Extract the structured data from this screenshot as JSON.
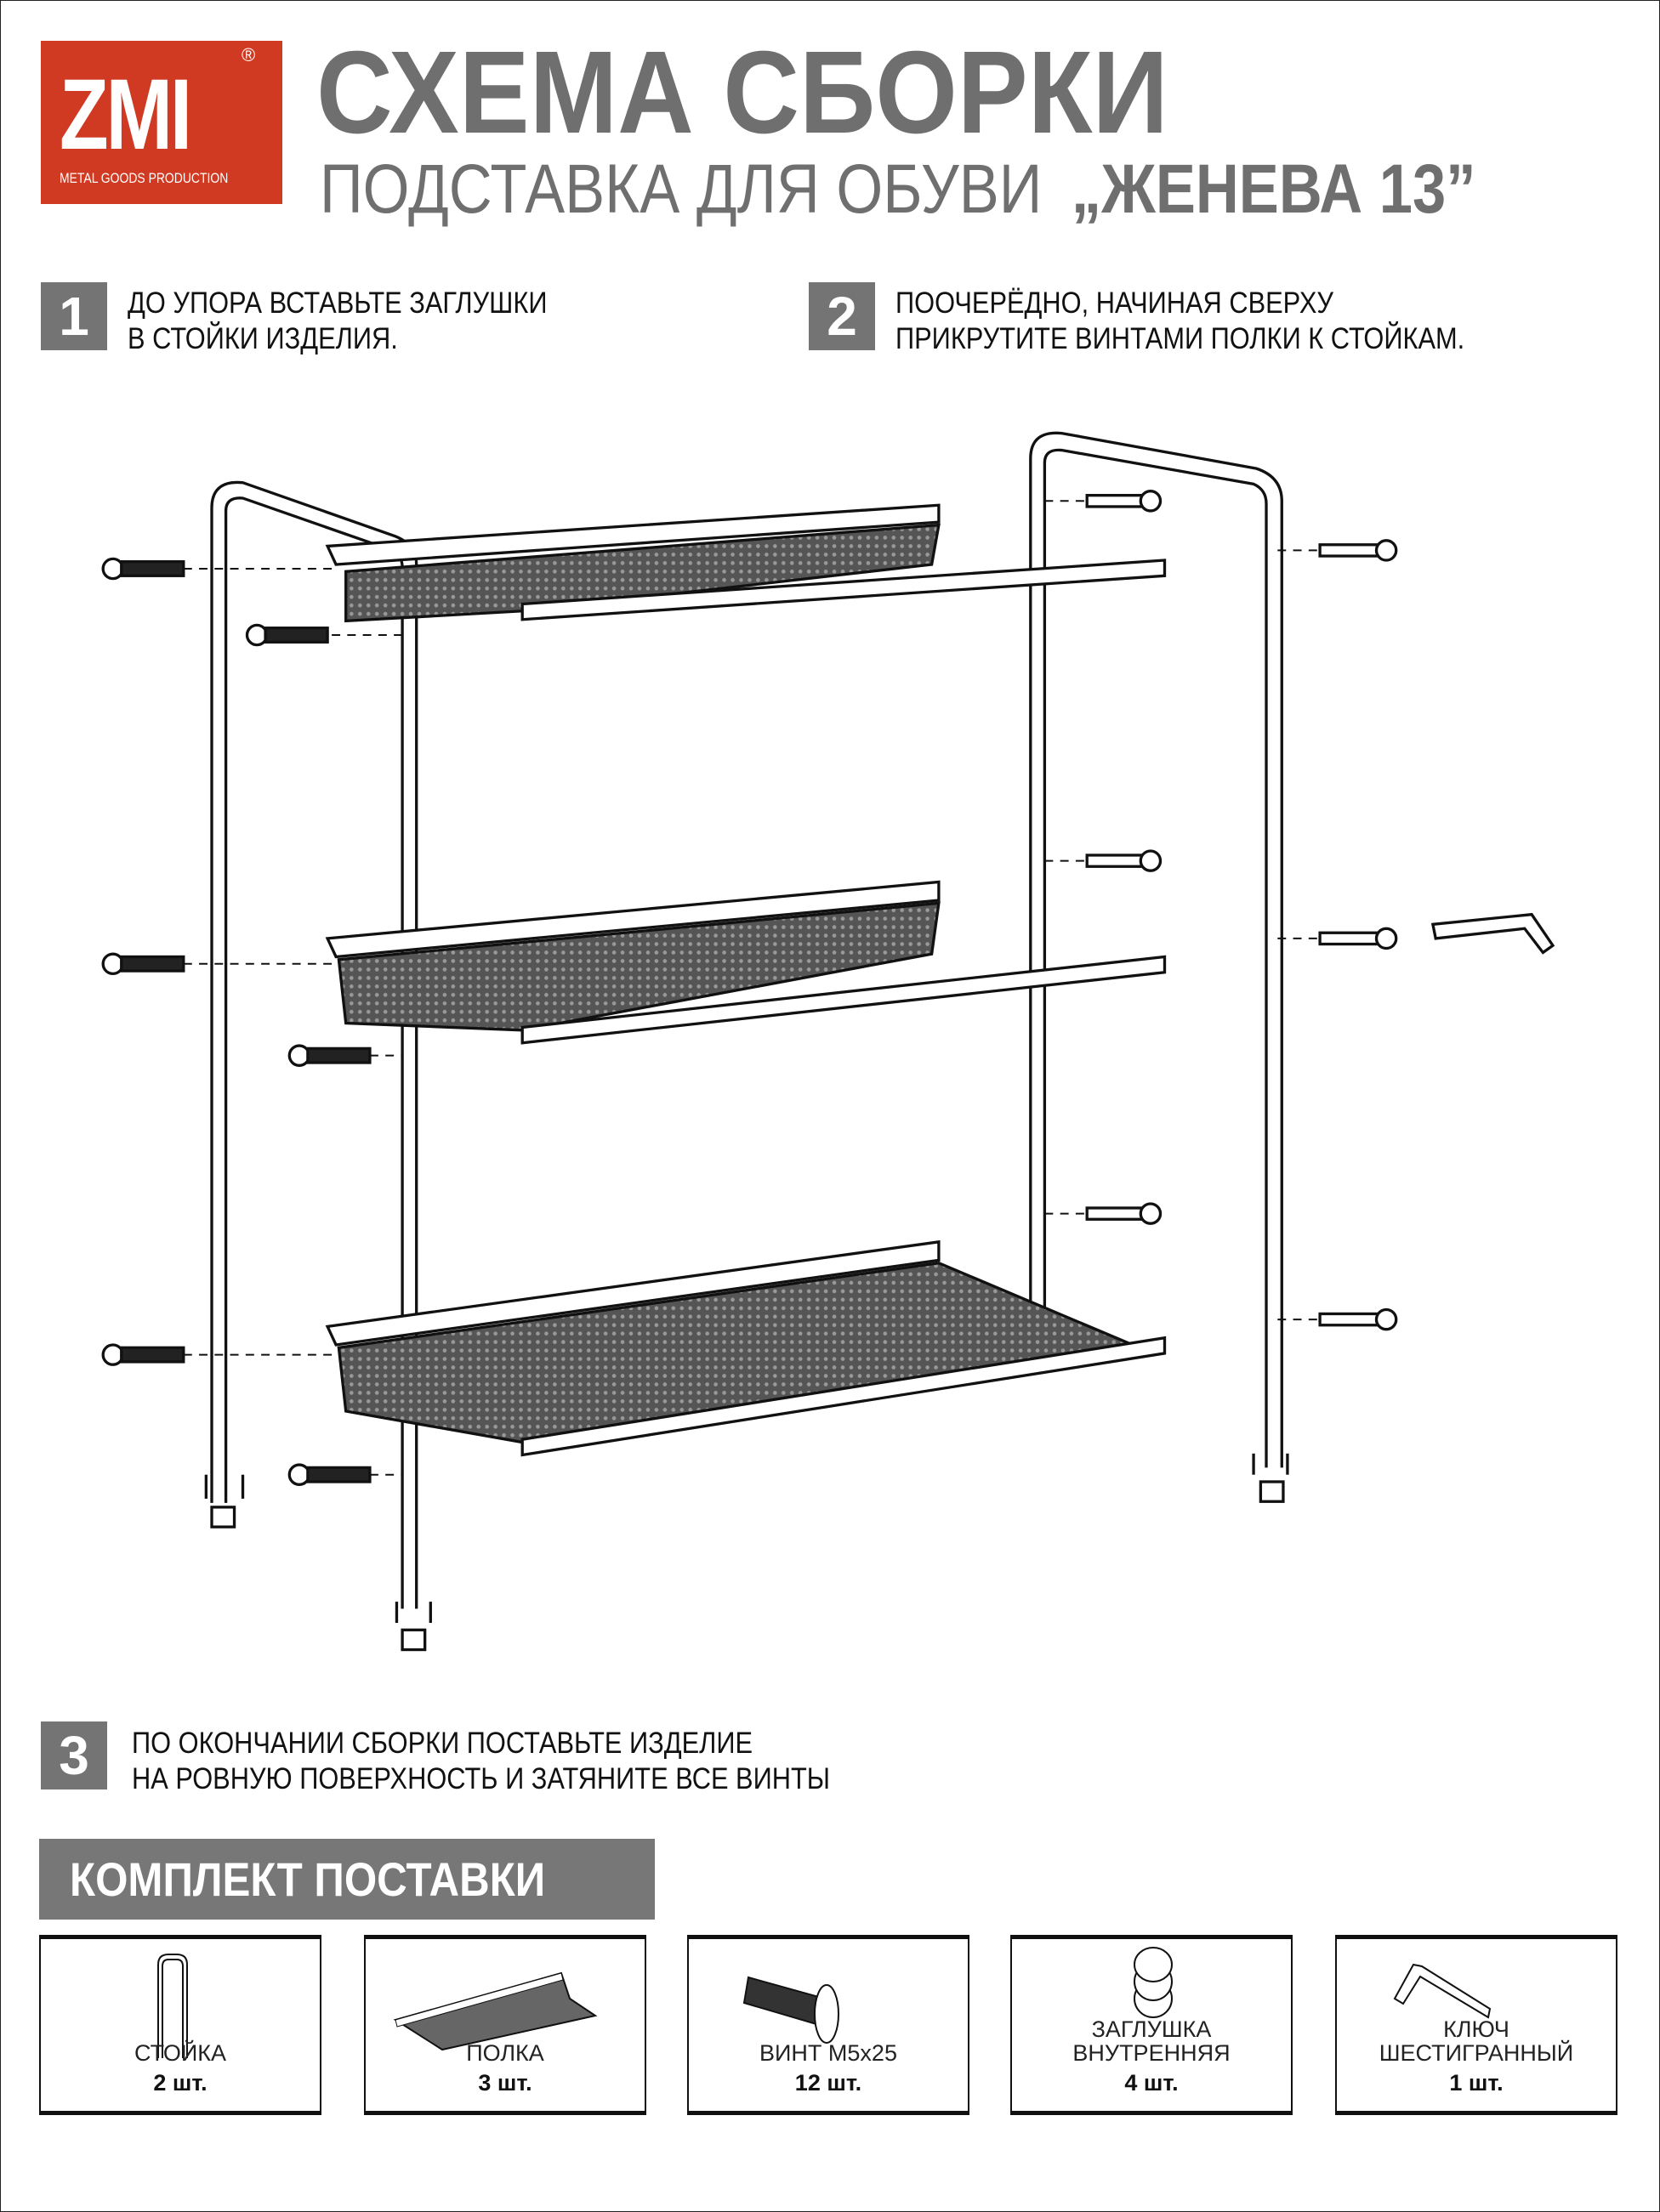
{
  "logo": {
    "brand": "ZMI",
    "registered": "®",
    "tagline": "METAL GOODS PRODUCTION"
  },
  "header": {
    "title": "СХЕМА СБОРКИ",
    "subtitle": "ПОДСТАВКА ДЛЯ ОБУВИ",
    "model": "„ЖЕНЕВА 13”"
  },
  "steps": [
    {
      "number": "1",
      "line1": "ДО УПОРА ВСТАВЬТЕ ЗАГЛУШКИ",
      "line2": "В СТОЙКИ ИЗДЕЛИЯ."
    },
    {
      "number": "2",
      "line1": "ПООЧЕРЁДНО, НАЧИНАЯ СВЕРХУ",
      "line2": "ПРИКРУТИТЕ ВИНТАМИ ПОЛКИ К СТОЙКАМ."
    },
    {
      "number": "3",
      "line1": "ПО ОКОНЧАНИИ СБОРКИ ПОСТАВЬТЕ ИЗДЕЛИЕ",
      "line2": "НА РОВНУЮ ПОВЕРХНОСТЬ И ЗАТЯНИТЕ ВСЕ ВИНТЫ"
    }
  ],
  "kit": {
    "title": "КОМПЛЕКТ ПОСТАВКИ",
    "items": [
      {
        "name": "СТОЙКА",
        "qty": "2 шт.",
        "icon": "frame-post-icon"
      },
      {
        "name": "ПОЛКА",
        "qty": "3 шт.",
        "icon": "shelf-icon"
      },
      {
        "name": "ВИНТ М5х25",
        "qty": "12 шт.",
        "icon": "screw-icon"
      },
      {
        "name": "ЗАГЛУШКА\nВНУТРЕННЯЯ",
        "qty": "4 шт.",
        "icon": "plug-icon"
      },
      {
        "name": "КЛЮЧ\nШЕСТИГРАННЫЙ",
        "qty": "1 шт.",
        "icon": "hex-key-icon"
      }
    ]
  },
  "colors": {
    "brand_red": "#d13a22",
    "heading_gray": "#6f6f6f",
    "badge_gray": "#747474"
  }
}
